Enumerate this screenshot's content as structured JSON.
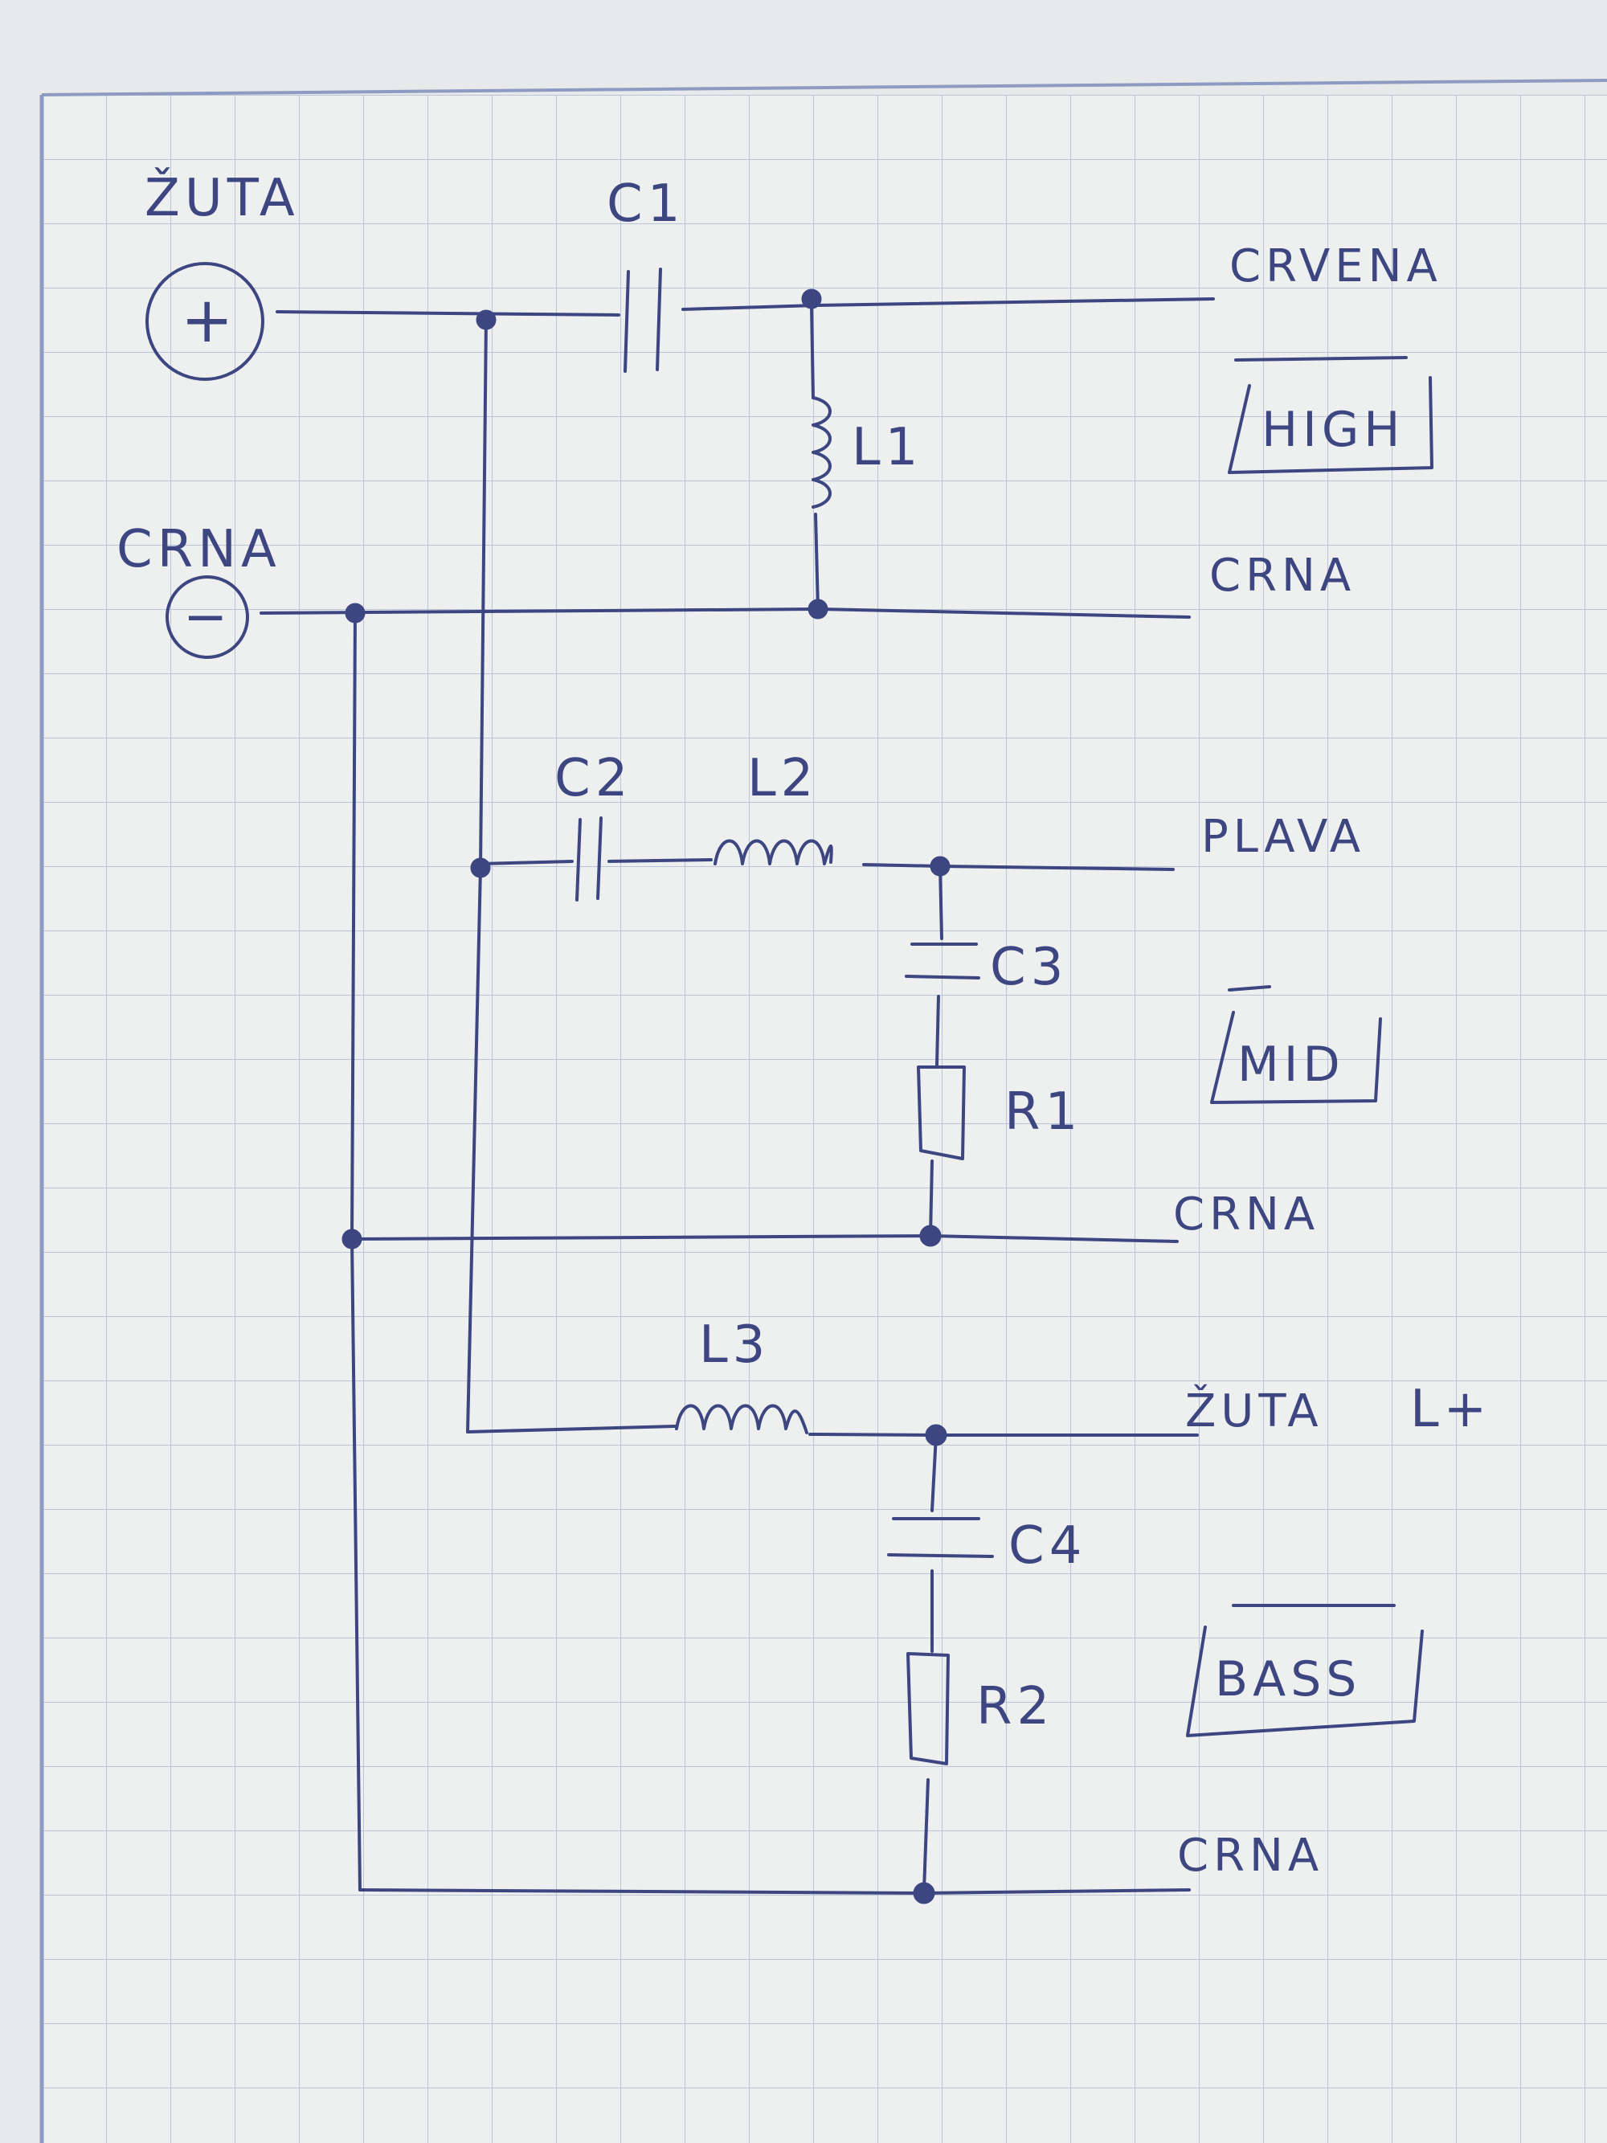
{
  "diagram": {
    "ink_color": "#3d4680",
    "paper_color": "#eef0f0",
    "grid_color": "#b9c2d6",
    "margin_color": "#8d9ac2",
    "terminals": {
      "plus_label": "ŽUTA",
      "plus_symbol": "+",
      "minus_label": "CRNA",
      "minus_symbol": "−"
    },
    "components": {
      "c1": "C1",
      "l1": "L1",
      "c2": "C2",
      "l2": "L2",
      "c3": "C3",
      "r1": "R1",
      "l3": "L3",
      "c4": "C4",
      "r2": "R2"
    },
    "outputs": {
      "high_plus": "CRVENA",
      "high_minus": "CRNA",
      "high_name": "HIGH",
      "mid_plus": "PLAVA",
      "mid_minus": "CRNA",
      "mid_name": "MID",
      "bass_plus": "ŽUTA",
      "bass_plus_note": "L+",
      "bass_minus": "CRNA",
      "bass_name": "BASS"
    }
  }
}
